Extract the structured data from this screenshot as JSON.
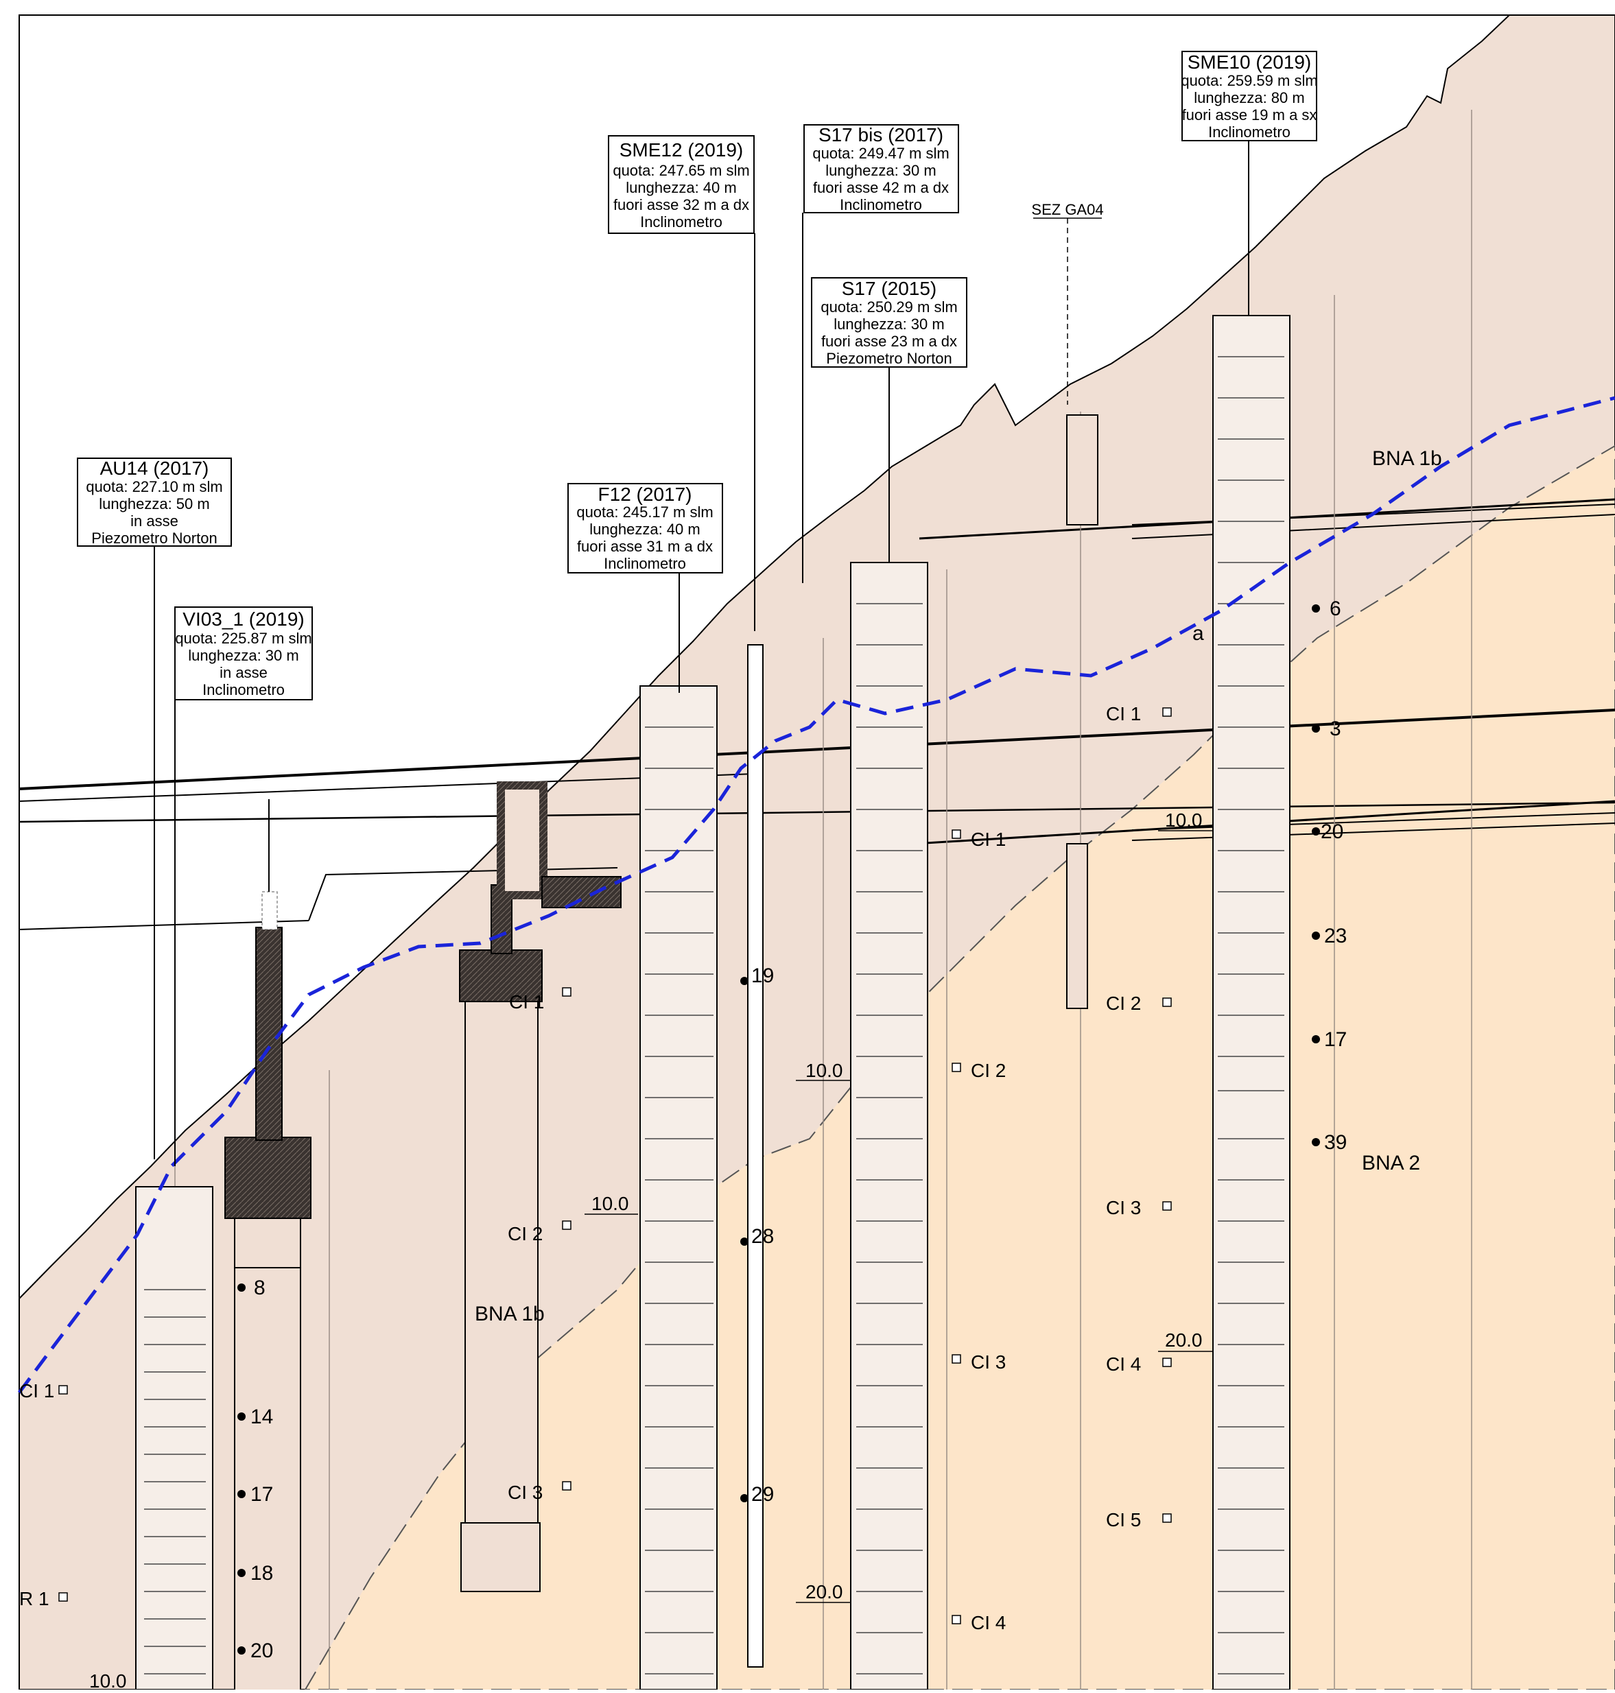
{
  "boreholes": [
    {
      "id": "au14",
      "name": "AU14 (2017)",
      "lines": [
        "quota: 227.10 m slm",
        "lunghezza: 50 m",
        "in asse",
        "Piezometro Norton"
      ]
    },
    {
      "id": "vi03",
      "name": "VI03_1 (2019)",
      "lines": [
        "quota: 225.87 m slm",
        "lunghezza: 30 m",
        "in asse",
        "Inclinometro"
      ]
    },
    {
      "id": "f12",
      "name": "F12 (2017)",
      "lines": [
        "quota: 245.17 m slm",
        "lunghezza: 40 m",
        "fuori asse 31 m a dx",
        "Inclinometro"
      ]
    },
    {
      "id": "sme12",
      "name": "SME12 (2019)",
      "lines": [
        "quota: 247.65 m slm",
        "lunghezza: 40 m",
        "fuori asse 32 m a dx",
        "Inclinometro"
      ]
    },
    {
      "id": "s17bis",
      "name": "S17 bis (2017)",
      "lines": [
        "quota: 249.47 m slm",
        "lunghezza: 30 m",
        "fuori asse 42 m a dx",
        "Inclinometro"
      ]
    },
    {
      "id": "s17",
      "name": "S17 (2015)",
      "lines": [
        "quota: 250.29 m slm",
        "lunghezza: 30 m",
        "fuori asse 23 m a dx",
        "Piezometro Norton"
      ]
    },
    {
      "id": "sme10",
      "name": "SME10 (2019)",
      "lines": [
        "quota: 259.59 m slm",
        "lunghezza: 80 m",
        "fuori asse 19 m a sx",
        "Inclinometro"
      ]
    }
  ],
  "section_ref": "SEZ GA04",
  "units": {
    "bna1b": "BNA 1b",
    "bna2": "BNA 2",
    "a": "a"
  },
  "samples": {
    "au14": [
      "CI 1",
      "R 1"
    ],
    "f12": [
      "CI 1",
      "CI 2",
      "CI 3"
    ],
    "s17": [
      "CI 1",
      "CI 2",
      "CI 3",
      "CI 4"
    ],
    "sme10": [
      "CI 1",
      "CI 2",
      "CI 3",
      "CI 4",
      "CI 5"
    ]
  },
  "spt": {
    "vi03": [
      "8",
      "14",
      "17",
      "18",
      "20"
    ],
    "sme12": [
      "19",
      "28",
      "29"
    ],
    "sme10": [
      "6",
      "3",
      "20",
      "23",
      "17",
      "39"
    ]
  },
  "depth_marks": {
    "f12": "10.0",
    "s17": [
      "10.0",
      "20.0"
    ],
    "sme10": [
      "10.0",
      "20.0"
    ],
    "au14": "10.0"
  },
  "colors": {
    "upper_layer": "#f0dfd4",
    "lower_layer": "#fde5c9",
    "water_table": "#1a24d9"
  }
}
